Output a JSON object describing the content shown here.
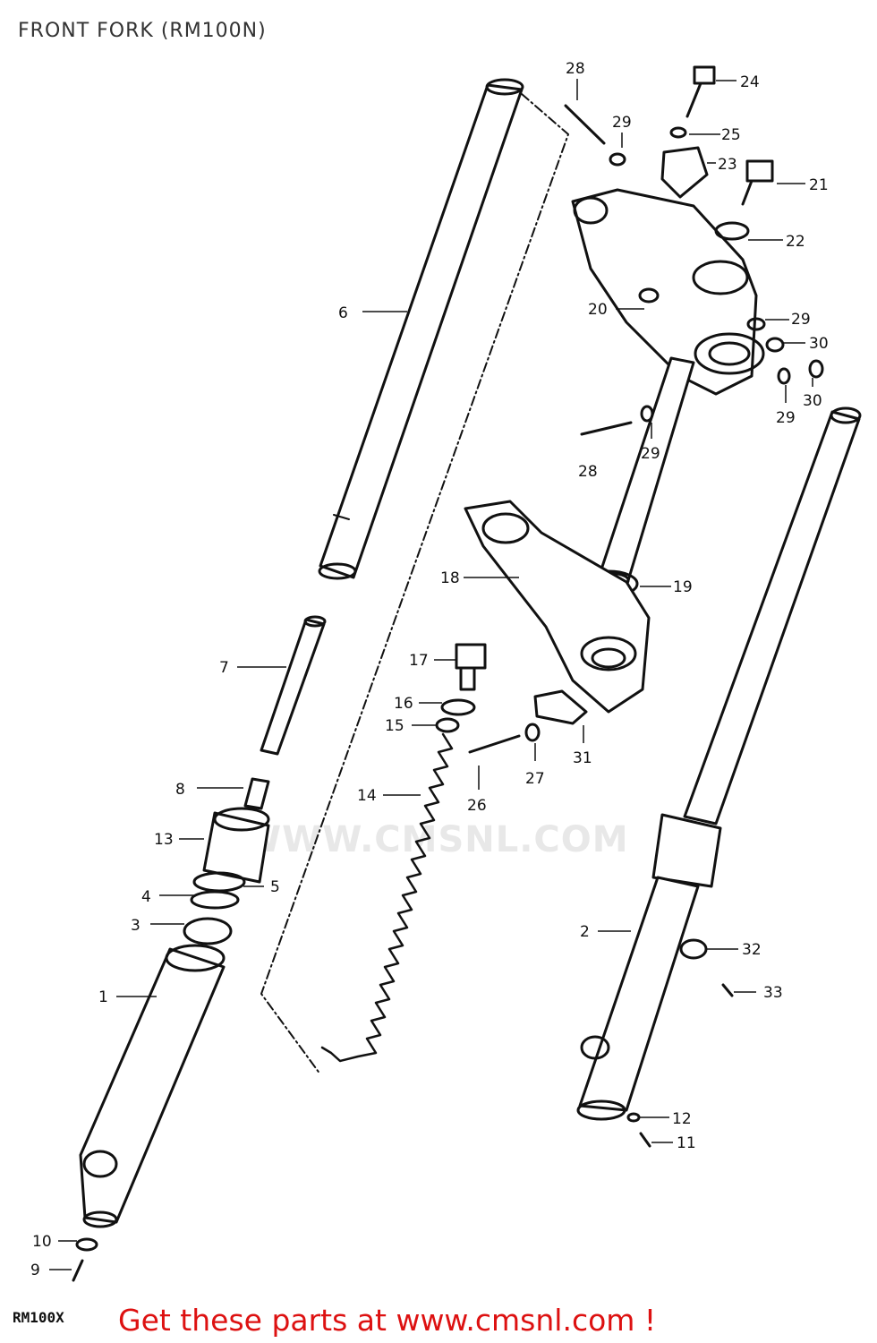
{
  "title": "FRONT FORK (RM100N)",
  "watermark": "WWW.CMSNL.COM",
  "footer": {
    "model_code": "RM100X",
    "call_to_action": "Get these parts at www.cmsnl.com !"
  },
  "callouts": [
    {
      "id": "c-28a",
      "label": "28"
    },
    {
      "id": "c-24",
      "label": "24"
    },
    {
      "id": "c-29a",
      "label": "29"
    },
    {
      "id": "c-25",
      "label": "25"
    },
    {
      "id": "c-23",
      "label": "23"
    },
    {
      "id": "c-21",
      "label": "21"
    },
    {
      "id": "c-22",
      "label": "22"
    },
    {
      "id": "c-6",
      "label": "6"
    },
    {
      "id": "c-20",
      "label": "20"
    },
    {
      "id": "c-29b",
      "label": "29"
    },
    {
      "id": "c-30a",
      "label": "30"
    },
    {
      "id": "c-30b",
      "label": "30"
    },
    {
      "id": "c-29c",
      "label": "29"
    },
    {
      "id": "c-29d",
      "label": "29"
    },
    {
      "id": "c-28b",
      "label": "28"
    },
    {
      "id": "c-18",
      "label": "18"
    },
    {
      "id": "c-19",
      "label": "19"
    },
    {
      "id": "c-7",
      "label": "7"
    },
    {
      "id": "c-17",
      "label": "17"
    },
    {
      "id": "c-16",
      "label": "16"
    },
    {
      "id": "c-15",
      "label": "15"
    },
    {
      "id": "c-31",
      "label": "31"
    },
    {
      "id": "c-27",
      "label": "27"
    },
    {
      "id": "c-8",
      "label": "8"
    },
    {
      "id": "c-14",
      "label": "14"
    },
    {
      "id": "c-26",
      "label": "26"
    },
    {
      "id": "c-13",
      "label": "13"
    },
    {
      "id": "c-5",
      "label": "5"
    },
    {
      "id": "c-4",
      "label": "4"
    },
    {
      "id": "c-3",
      "label": "3"
    },
    {
      "id": "c-2",
      "label": "2"
    },
    {
      "id": "c-32",
      "label": "32"
    },
    {
      "id": "c-1",
      "label": "1"
    },
    {
      "id": "c-33",
      "label": "33"
    },
    {
      "id": "c-12",
      "label": "12"
    },
    {
      "id": "c-11",
      "label": "11"
    },
    {
      "id": "c-10",
      "label": "10"
    },
    {
      "id": "c-9",
      "label": "9"
    }
  ]
}
